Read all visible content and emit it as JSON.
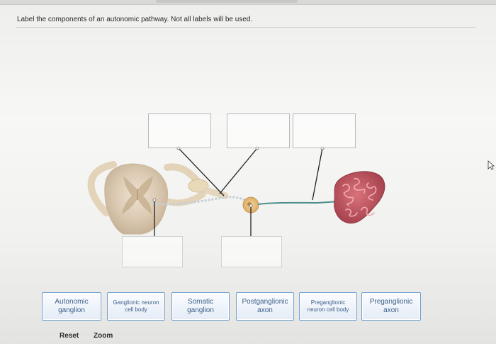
{
  "instruction": "Label the components of an autonomic pathway. Not all labels will be used.",
  "label_bank": [
    "Autonomic ganglion",
    "Ganglionic neuron cell body",
    "Somatic ganglion",
    "Postganglionic axon",
    "Preganglionic neuron cell body",
    "Preganglionic axon"
  ],
  "controls": {
    "reset": "Reset",
    "zoom": "Zoom"
  }
}
